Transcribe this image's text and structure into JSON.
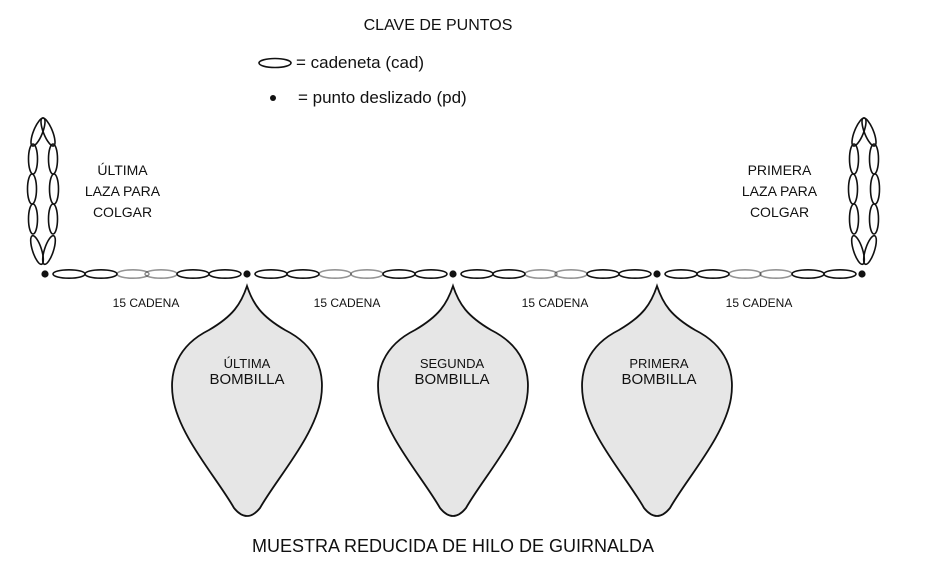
{
  "key": {
    "title": "CLAVE DE PUNTOS",
    "chain_item": "= cadeneta (cad)",
    "slip_item": "= punto deslizado (pd)"
  },
  "loops": {
    "left": [
      "ÚLTIMA",
      "LAZA PARA",
      "COLGAR"
    ],
    "right": [
      "PRIMERA",
      "LAZA PARA",
      "COLGAR"
    ]
  },
  "chain_labels": [
    "15 CADENA",
    "15 CADENA",
    "15 CADENA",
    "15 CADENA"
  ],
  "bulbs": [
    {
      "line1": "ÚLTIMA",
      "line2": "BOMBILLA"
    },
    {
      "line1": "SEGUNDA",
      "line2": "BOMBILLA"
    },
    {
      "line1": "PRIMERA",
      "line2": "BOMBILLA"
    }
  ],
  "footer": "MUESTRA REDUCIDA DE HILO DE GUIRNALDA",
  "colors": {
    "ink": "#111111",
    "bulb_fill": "#e6e6e6"
  }
}
